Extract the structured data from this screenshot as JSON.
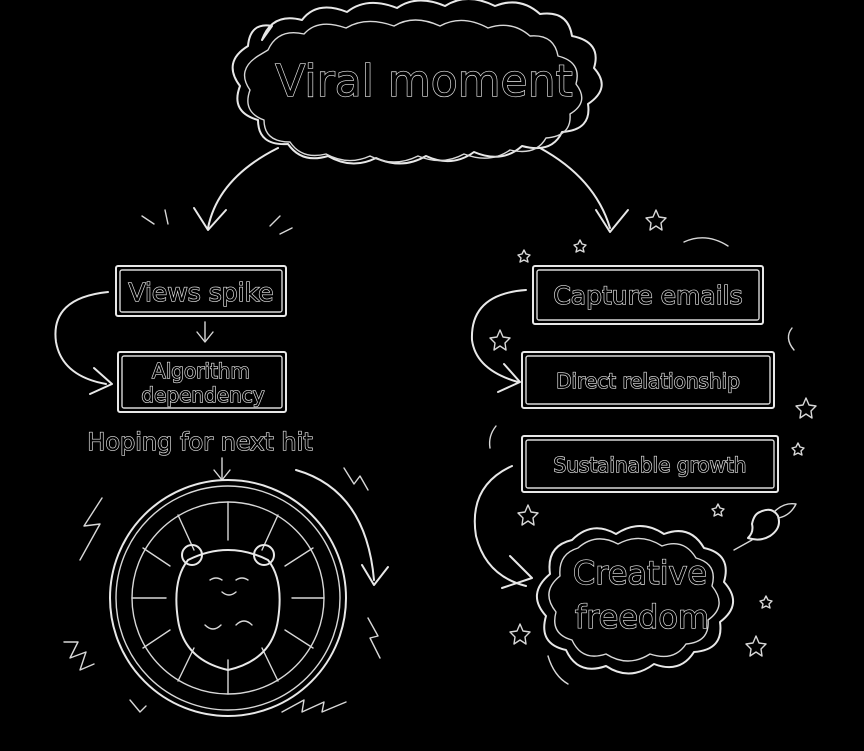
{
  "title": "Viral moment",
  "left_path": {
    "steps": [
      "Views spike",
      "Algorithm",
      "dependency"
    ],
    "caption": "Hoping for next hit",
    "illustration": "hamster-wheel-icon"
  },
  "right_path": {
    "steps": [
      "Capture emails",
      "Direct relationship",
      "Sustainable growth"
    ],
    "outcome_line1": "Creative",
    "outcome_line2": "freedom",
    "illustration": "bird-icon"
  },
  "colors": {
    "background": "#000000",
    "stroke": "#e8e8e8"
  }
}
